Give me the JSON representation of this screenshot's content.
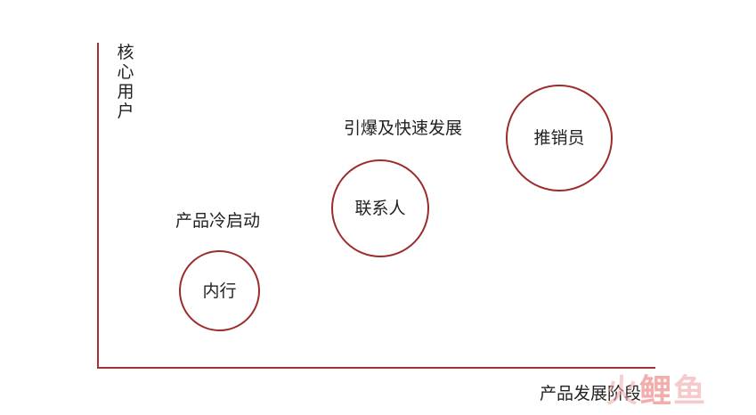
{
  "axes": {
    "y_label": "核心用户",
    "x_label": "产品发展阶段",
    "color": "#a8302f"
  },
  "stages": [
    {
      "label": "产品冷启动",
      "circle_text": "内行"
    },
    {
      "label": "引爆及快速发展",
      "circle_text": "联系人"
    },
    {
      "label": "",
      "circle_text": "推销员"
    }
  ],
  "circle_color": "#9e2b2b",
  "watermark": {
    "chars": [
      "火",
      "鲤",
      "鱼"
    ],
    "colors": [
      "#f3a9a9",
      "#e96b6b",
      "#f0a0a0"
    ]
  }
}
